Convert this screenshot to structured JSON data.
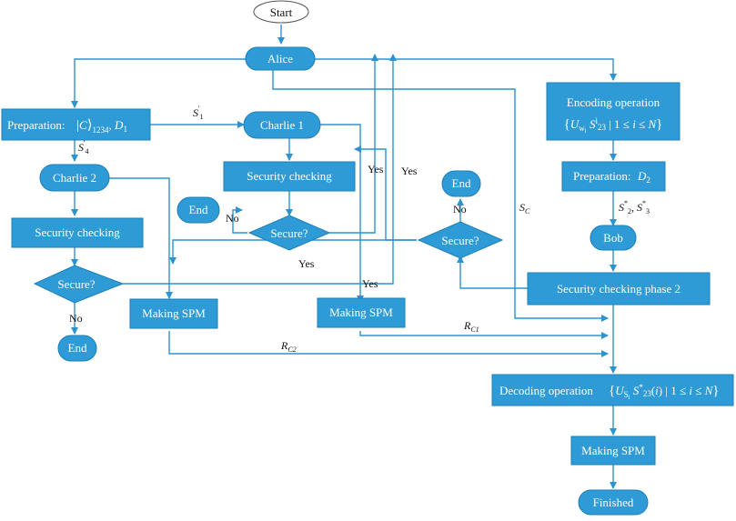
{
  "nodes": {
    "start": "Start",
    "alice": "Alice",
    "preparation_c": "Preparation:",
    "charlie1": "Charlie 1",
    "charlie2": "Charlie 2",
    "security_check_c1": "Security checking",
    "security_check_c2": "Security checking",
    "secure_c1": "Secure?",
    "secure_c2": "Secure?",
    "secure_c3": "Secure?",
    "end_c1": "End",
    "end_c2": "End",
    "end_c3": "End",
    "making_spm_c2": "Making SPM",
    "making_spm_c1": "Making SPM",
    "encoding": "Encoding operation",
    "preparation_d2": "Preparation:",
    "bob": "Bob",
    "security_phase2": "Security checking phase 2",
    "decoding": "Decoding operation",
    "making_spm_final": "Making SPM",
    "finished": "Finished"
  },
  "labels": {
    "no": "No",
    "yes": "Yes"
  },
  "math": {
    "s1": "S",
    "s4": "S",
    "sc": "S",
    "rc1": "R",
    "rc2": "R"
  }
}
